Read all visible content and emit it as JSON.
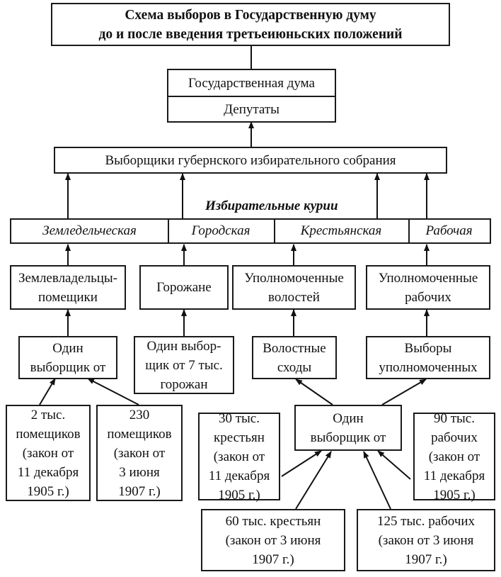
{
  "title": "Схема выборов в Государственную думу\nдо и после введения третьеиюньских положений",
  "duma": "Государственная дума",
  "deputies": "Депутаты",
  "electors_assembly": "Выборщики губернского избирательного собрания",
  "curiae_label": "Избирательные курии",
  "curiae": [
    "Земледельческая",
    "Городская",
    "Крестьянская",
    "Рабочая"
  ],
  "groups": {
    "landowners": "Землевладельцы-\nпомещики",
    "citizens": "Горожане",
    "volost_reps": "Уполномоченные\nволостей",
    "worker_reps": "Уполномоченные\nрабочих"
  },
  "rules": {
    "one_elector_land": "Один\nвыборщик от",
    "one_elector_city": "Один выбор-\nщик от 7 тыс.\nгорожан",
    "volost_assemblies": "Волостные\nсходы",
    "reps_elections": "Выборы\nуполномоченных",
    "one_elector_peasant_worker": "Один\nвыборщик от"
  },
  "quotas": {
    "land_1905": "2 тыс.\nпомещиков\n(закон от\n11 декабря\n1905 г.)",
    "land_1907": "230\nпомещиков\n(закон от\n3 июня\n1907 г.)",
    "peasant_1905": "30 тыс.\nкрестьян\n(закон от\n11 декабря\n1905 г.)",
    "worker_1905": "90 тыс.\nрабочих\n(закон от\n11 декабря\n1905 г.)",
    "peasant_1907": "60 тыс. крестьян\n(закон от 3 июня\n1907 г.)",
    "worker_1907": "125 тыс. рабочих\n(закон от 3 июня\n1907 г.)"
  }
}
